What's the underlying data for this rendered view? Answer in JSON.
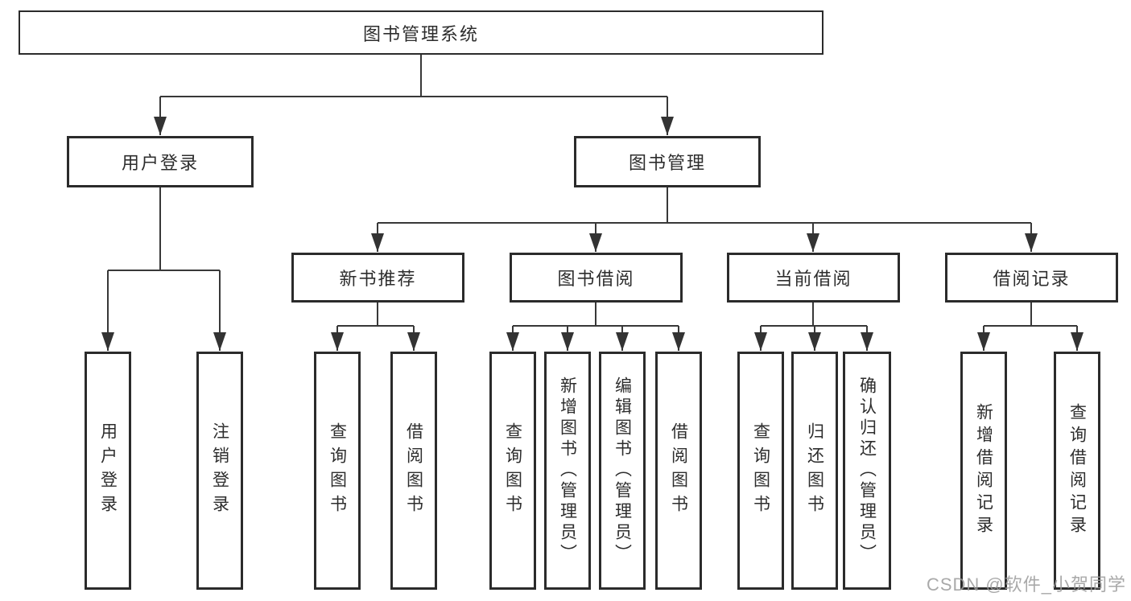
{
  "watermark": {
    "text": "CSDN @软件_小贺同学"
  },
  "colors": {
    "line": "#383838",
    "box_border": "#2b2b2b",
    "text": "#2d2d2d",
    "watermark": "#9b9b9b",
    "background": "#ffffff"
  },
  "tree": {
    "root": {
      "label": "图书管理系统"
    },
    "branches": [
      {
        "label": "用户登录",
        "children": [
          {
            "label": "用户登录"
          },
          {
            "label": "注销登录"
          }
        ]
      },
      {
        "label": "图书管理",
        "children": [
          {
            "label": "新书推荐",
            "children": [
              {
                "label": "查询图书"
              },
              {
                "label": "借阅图书"
              }
            ]
          },
          {
            "label": "图书借阅",
            "children": [
              {
                "label": "查询图书"
              },
              {
                "label": "新增图书（管理员）"
              },
              {
                "label": "编辑图书（管理员）"
              },
              {
                "label": "借阅图书"
              }
            ]
          },
          {
            "label": "当前借阅",
            "children": [
              {
                "label": "查询图书"
              },
              {
                "label": "归还图书"
              },
              {
                "label": "确认归还（管理员）"
              }
            ]
          },
          {
            "label": "借阅记录",
            "children": [
              {
                "label": "新增借阅记录"
              },
              {
                "label": "查询借阅记录"
              }
            ]
          }
        ]
      }
    ]
  }
}
